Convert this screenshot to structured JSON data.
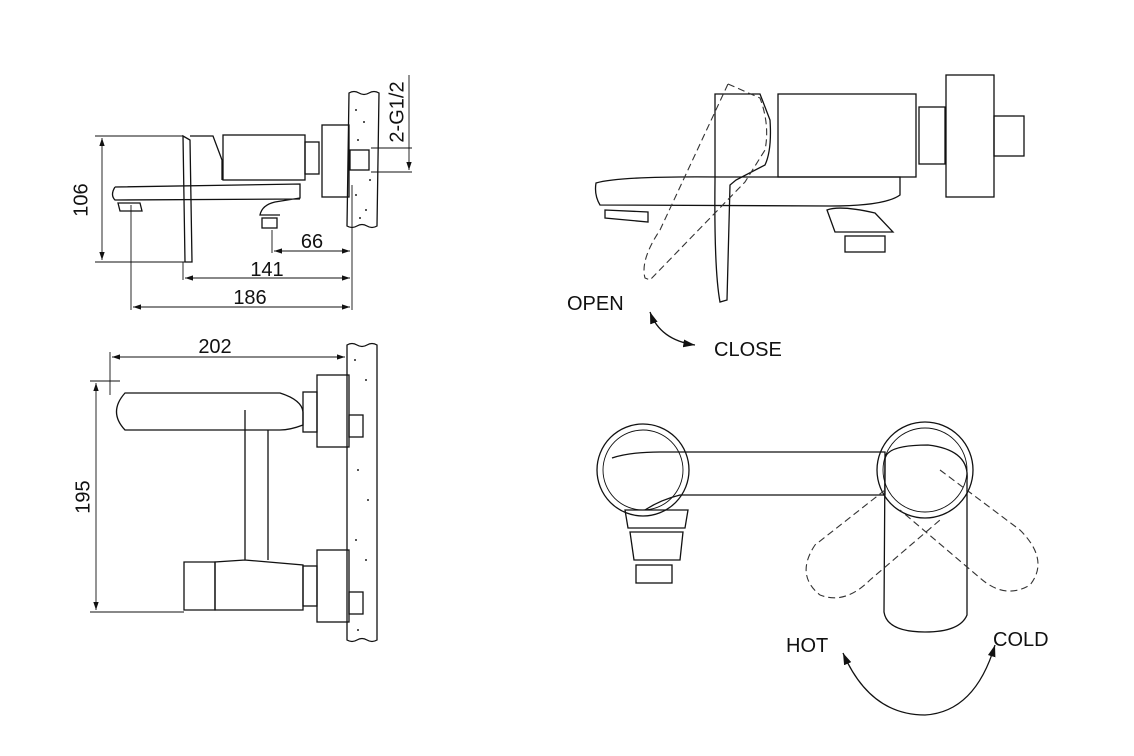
{
  "dimensions": {
    "height_side": "106",
    "thread": "2-G1/2",
    "dim_66": "66",
    "dim_141": "141",
    "dim_186": "186",
    "dim_202": "202",
    "dim_195": "195"
  },
  "labels": {
    "open": "OPEN",
    "close": "CLOSE",
    "hot": "HOT",
    "cold": "COLD"
  }
}
